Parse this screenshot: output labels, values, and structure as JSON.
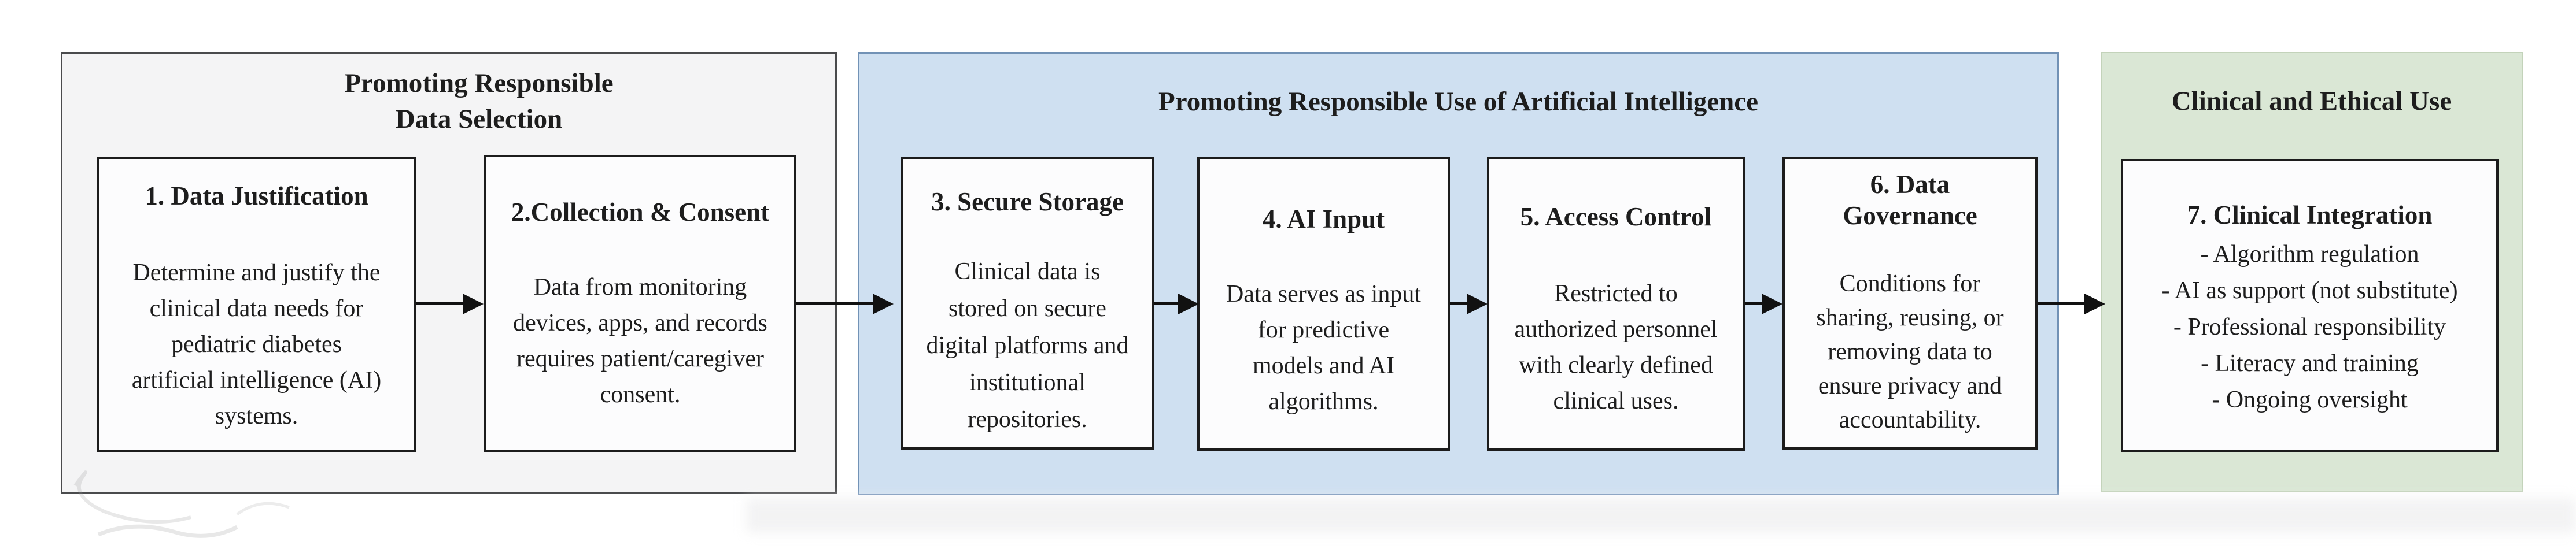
{
  "sections": [
    {
      "title": "Promoting Responsible\nData Selection",
      "bg_color": "#f4f4f5",
      "border_color": "#4a4b4d"
    },
    {
      "title": "Promoting Responsible Use of Artificial Intelligence",
      "bg_color": "#cfe0f1",
      "border_color": "#7292b6"
    },
    {
      "title": "Clinical and Ethical Use",
      "bg_color": "#dae7d5",
      "border_color": "#c3d3ba"
    }
  ],
  "boxes": [
    {
      "heading": "1. Data Justification",
      "body": "Determine and justify the\nclinical data needs for\npediatric diabetes\nartificial intelligence (AI)\nsystems."
    },
    {
      "heading": "2.Collection & Consent",
      "body": "Data from monitoring\ndevices, apps, and records\nrequires patient/caregiver\nconsent."
    },
    {
      "heading": "3. Secure Storage",
      "body": "Clinical data is\nstored on secure\ndigital platforms and\ninstitutional\nrepositories."
    },
    {
      "heading": "4. AI Input",
      "body": "Data serves as input\nfor predictive\nmodels and AI\nalgorithms."
    },
    {
      "heading": "5. Access Control",
      "body": "Restricted to\nauthorized personnel\nwith clearly defined\nclinical uses."
    },
    {
      "heading": "6. Data\nGovernance",
      "body": "Conditions for\nsharing, reusing, or\nremoving data to\nensure privacy and\naccountability."
    },
    {
      "heading": "7. Clinical Integration",
      "items": [
        "- Algorithm regulation",
        "- AI as support (not substitute)",
        "- Professional responsibility",
        "- Literacy and training",
        "- Ongoing oversight"
      ]
    }
  ],
  "arrows": {
    "count": 6,
    "color": "#111111",
    "direction": "left-to-right"
  }
}
